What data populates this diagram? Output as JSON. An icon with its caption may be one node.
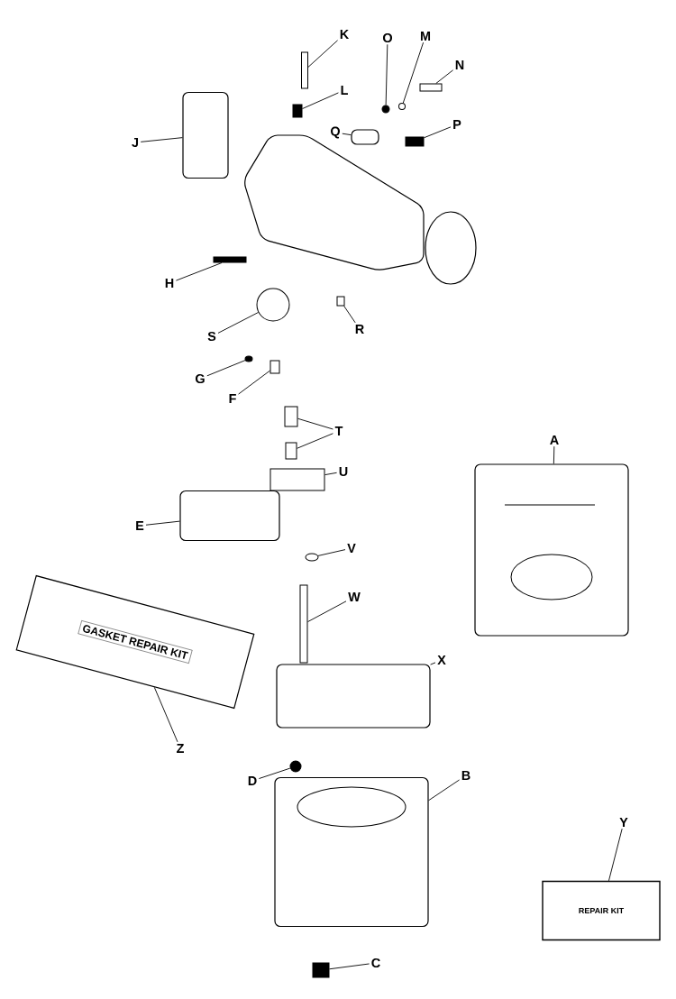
{
  "diagram": {
    "nodes": [
      {
        "text": [
          "K"
        ]
      },
      {
        "text": [
          "M"
        ]
      },
      {
        "text": [
          "O"
        ]
      },
      {
        "text": [
          "N"
        ]
      },
      {
        "text": [
          "L"
        ]
      },
      {
        "text": [
          "Q"
        ]
      },
      {
        "text": [
          "P"
        ]
      },
      {
        "text": [
          "J"
        ]
      },
      {
        "text": [
          "H"
        ]
      },
      {
        "text": [
          "S"
        ]
      },
      {
        "text": [
          "R"
        ]
      },
      {
        "text": [
          "G"
        ]
      },
      {
        "text": [
          "F"
        ]
      },
      {
        "text": [
          "T"
        ]
      },
      {
        "text": [
          "A"
        ]
      },
      {
        "text": [
          "U"
        ]
      },
      {
        "text": [
          "E"
        ]
      },
      {
        "text": [
          "V"
        ]
      },
      {
        "text": [
          "W"
        ]
      },
      {
        "text": [
          "X"
        ]
      },
      {
        "text": [
          "Z"
        ]
      },
      {
        "text": [
          "D"
        ]
      },
      {
        "text": [
          "B"
        ]
      },
      {
        "text": [
          "Y"
        ]
      },
      {
        "text": [
          "C"
        ]
      },
      {
        "text": [],
        "shape": "box"
      },
      {
        "text": [],
        "shape": "circle"
      },
      {
        "text": [],
        "shape": "circle"
      },
      {
        "text": [],
        "shape": "box"
      },
      {
        "text": [],
        "shape": "box"
      },
      {
        "text": [],
        "shape": "box"
      },
      {
        "text": [],
        "shape": "box"
      },
      {
        "text": [],
        "shape": "box"
      },
      {
        "text": [],
        "shape": "box"
      },
      {
        "text": [],
        "shape": "circle"
      },
      {
        "text": [],
        "shape": "box"
      },
      {
        "text": [],
        "shape": "circle"
      },
      {
        "text": [],
        "shape": "box"
      },
      {
        "text": [],
        "shape": "box"
      },
      {
        "text": [],
        "shape": "box"
      },
      {
        "text": [],
        "shape": "box"
      },
      {
        "text": [],
        "shape": "box"
      },
      {
        "text": [],
        "shape": "box"
      },
      {
        "text": [],
        "shape": "circle"
      },
      {
        "text": [],
        "shape": "box"
      },
      {
        "text": [],
        "shape": "box"
      },
      {
        "text": [
          "GASKET REPAIR KIT"
        ]
      },
      {
        "text": [],
        "shape": "circle"
      },
      {
        "text": [],
        "shape": "box"
      },
      {
        "text": [
          "REPAIR KIT"
        ]
      },
      {
        "text": [],
        "shape": "box"
      }
    ],
    "edges": [
      {
        "from": 0,
        "to": 25,
        "arrow": "none"
      },
      {
        "from": 1,
        "to": 26,
        "arrow": "none"
      },
      {
        "from": 2,
        "to": 27,
        "arrow": "none"
      },
      {
        "from": 3,
        "to": 28,
        "arrow": "none"
      },
      {
        "from": 4,
        "to": 29,
        "arrow": "none"
      },
      {
        "from": 5,
        "to": 30,
        "arrow": "none"
      },
      {
        "from": 6,
        "to": 31,
        "arrow": "none"
      },
      {
        "from": 7,
        "to": 32,
        "arrow": "none"
      },
      {
        "from": 8,
        "to": 33,
        "arrow": "none"
      },
      {
        "from": 9,
        "to": 34,
        "arrow": "none"
      },
      {
        "from": 10,
        "to": 35,
        "arrow": "none"
      },
      {
        "from": 11,
        "to": 36,
        "arrow": "none"
      },
      {
        "from": 12,
        "to": 37,
        "arrow": "none"
      },
      {
        "from": 13,
        "to": 38,
        "arrow": "none"
      },
      {
        "from": 13,
        "to": 39,
        "arrow": "none"
      },
      {
        "from": 14,
        "to": 40,
        "arrow": "none"
      },
      {
        "from": 15,
        "to": 41,
        "arrow": "none"
      },
      {
        "from": 16,
        "to": 42,
        "arrow": "none"
      },
      {
        "from": 17,
        "to": 43,
        "arrow": "none"
      },
      {
        "from": 18,
        "to": 44,
        "arrow": "none"
      },
      {
        "from": 19,
        "to": 45,
        "arrow": "none"
      },
      {
        "from": 20,
        "to": 46,
        "arrow": "none"
      },
      {
        "from": 21,
        "to": 47,
        "arrow": "none"
      },
      {
        "from": 22,
        "to": 48,
        "arrow": "none"
      },
      {
        "from": 23,
        "to": 49,
        "arrow": "none"
      },
      {
        "from": 24,
        "to": 50,
        "arrow": "none"
      }
    ]
  }
}
